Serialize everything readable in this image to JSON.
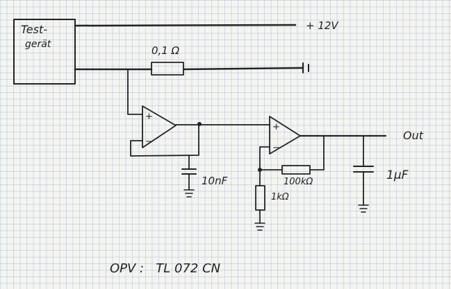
{
  "diagram": {
    "test_device_line1": "Test-",
    "test_device_line2": "gerät",
    "supply_label": "+ 12V",
    "shunt_label": "0,1 Ω",
    "cap_filter_label": "10nF",
    "feedback_resistor_label": "100kΩ",
    "ground_resistor_label": "1kΩ",
    "output_cap_label": "1µF",
    "output_label": "Out",
    "opamp_plus": "+",
    "opamp_minus": "−",
    "footer_label": "OPV :   TL 072 CN"
  },
  "colors": {
    "ink": "#222222",
    "paper": "#f4f4f1",
    "grid": "#a9bdd6"
  }
}
